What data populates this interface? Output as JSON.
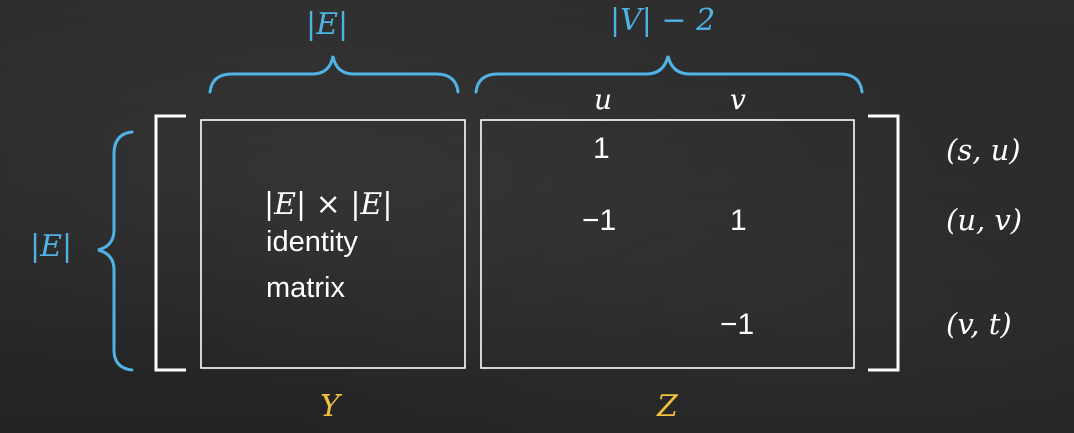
{
  "top_labels": {
    "left": "|E|",
    "right": "|V| − 2"
  },
  "side_label": "|E|",
  "column_headers": [
    "u",
    "v"
  ],
  "row_labels": [
    "(s, u)",
    "(u, v)",
    "(v, t)"
  ],
  "left_block": {
    "line1": "|E| × |E|",
    "line2": "identity",
    "line3": "matrix"
  },
  "right_block_entries": {
    "r1c1": "1",
    "r2c1": "−1",
    "r2c2": "1",
    "r3c2": "−1"
  },
  "bottom_labels": {
    "left": "Y",
    "right": "Z"
  },
  "colors": {
    "background": "#262626",
    "brace_blue": "#4fb3e6",
    "label_yellow": "#f0c040",
    "ink_white": "#ffffff"
  }
}
